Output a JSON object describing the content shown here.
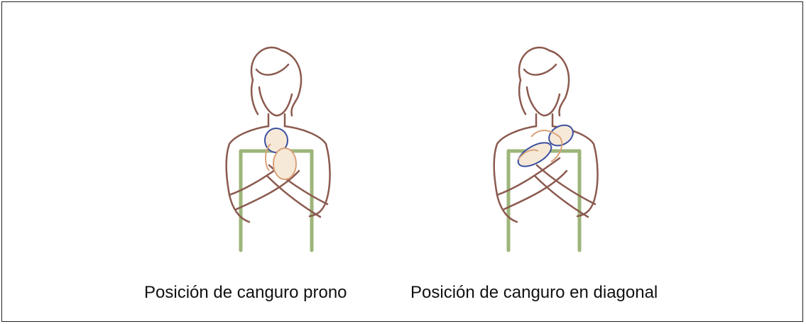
{
  "captions": {
    "prone": "Posición de canguro prono",
    "diagonal": "Posición de canguro en diagonal"
  },
  "colors": {
    "body_outline": "#8B5A4F",
    "baby_outline": "#3A4FA0",
    "baby_fill": "#F7E9D8",
    "chair": "#9DB57A"
  },
  "illustrations": [
    "mother-holding-baby-prone",
    "mother-holding-baby-diagonal"
  ]
}
